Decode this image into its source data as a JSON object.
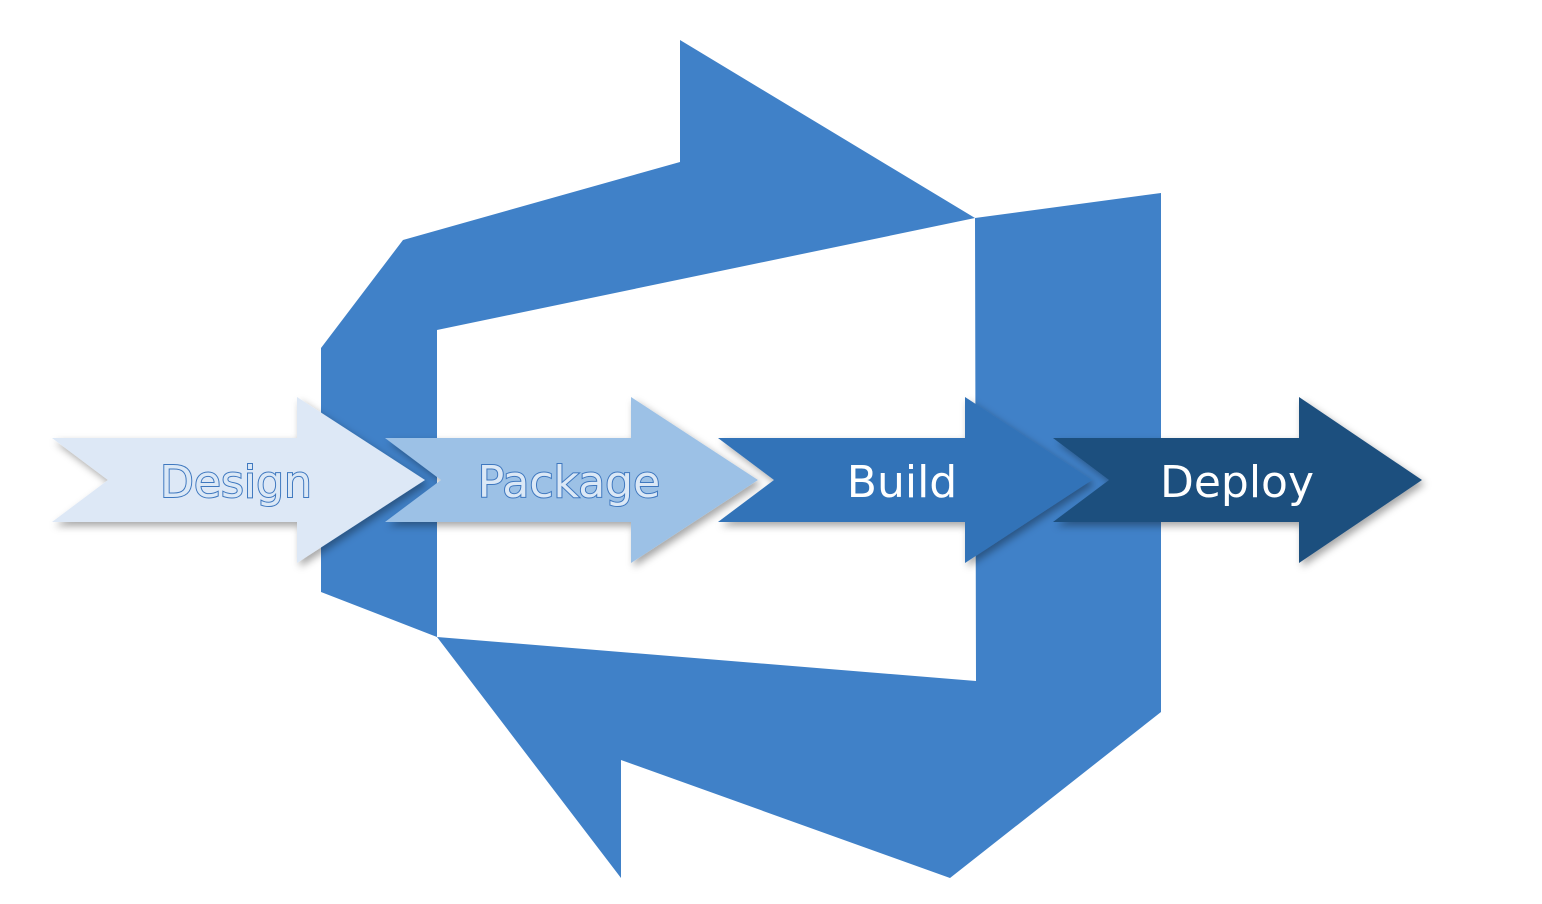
{
  "colors": {
    "logo": "#4081c8",
    "background": "#ffffff"
  },
  "logo": {
    "icon": "pipelines-logo-icon"
  },
  "steps": [
    {
      "label": "Design",
      "fill": "#dde8f6",
      "text_style": "light"
    },
    {
      "label": "Package",
      "fill": "#9cc1e6",
      "text_style": "light"
    },
    {
      "label": "Build",
      "fill": "#3273b8",
      "text_style": "dark"
    },
    {
      "label": "Deploy",
      "fill": "#1f4f7e",
      "text_style": "dark"
    }
  ]
}
